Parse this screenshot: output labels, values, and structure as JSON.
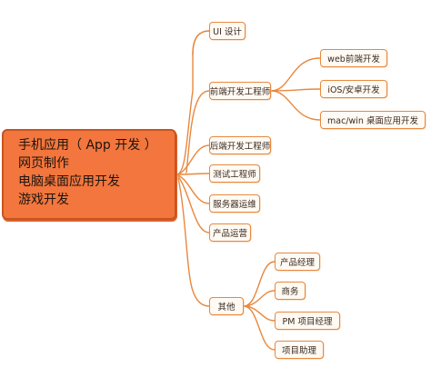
{
  "root": {
    "lines": [
      "手机应用（ App 开发 ）",
      "网页制作",
      "电脑桌面应用开发",
      "游戏开发"
    ]
  },
  "level1": [
    {
      "label": "UI 设计"
    },
    {
      "label": "前端开发工程师"
    },
    {
      "label": "后端开发工程师"
    },
    {
      "label": "测试工程师"
    },
    {
      "label": "服务器运维"
    },
    {
      "label": "产品运营"
    },
    {
      "label": "其他"
    }
  ],
  "frontend_children": [
    {
      "label": "web前端开发"
    },
    {
      "label": "iOS/安卓开发"
    },
    {
      "label": "mac/win 桌面应用开发"
    }
  ],
  "other_children": [
    {
      "label": "产品经理"
    },
    {
      "label": "商务"
    },
    {
      "label": "PM 项目经理"
    },
    {
      "label": "项目助理"
    }
  ],
  "colors": {
    "branch": "#e8883f",
    "root_fill": "#f2763d",
    "node_fill": "#fffaf3"
  }
}
